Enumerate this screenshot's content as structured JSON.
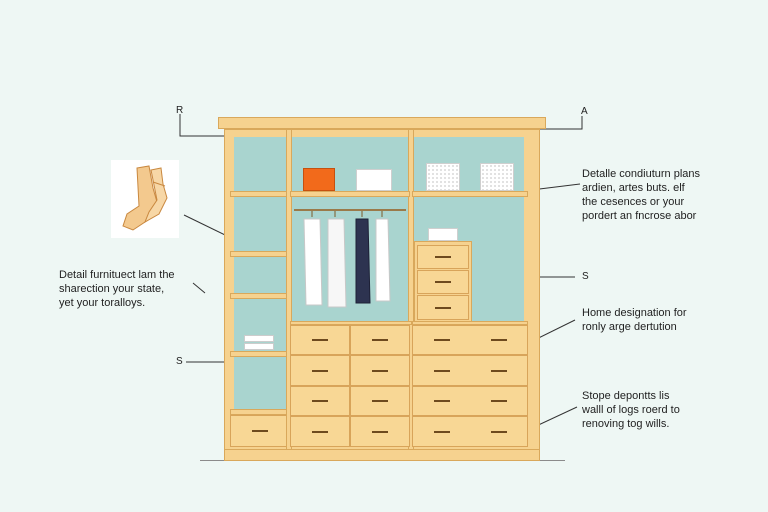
{
  "letters": {
    "top_left": "R",
    "top_right": "A",
    "mid_right": "S",
    "bottom_left": "S"
  },
  "callouts": {
    "left_main": [
      "Detail furnituect lam the",
      "sharection your state,",
      "yet your toralloys."
    ],
    "right_top": [
      "Detalle condiuturn plans",
      "ardien, artes buts. elf",
      "the cesences or your",
      "pordert an fncrose abor"
    ],
    "right_mid": [
      "Home designation for",
      "ronly arge dertution"
    ],
    "right_bottom": [
      "Stope depontts lis",
      "walll of logs roerd to",
      "renoving tog wills."
    ]
  },
  "colors": {
    "wood": "#f6d28f",
    "wood_edge": "#d9a85b",
    "back_panel": "#a9d4cf",
    "orange_box": "#f26a1b",
    "background": "#eef7f4"
  }
}
